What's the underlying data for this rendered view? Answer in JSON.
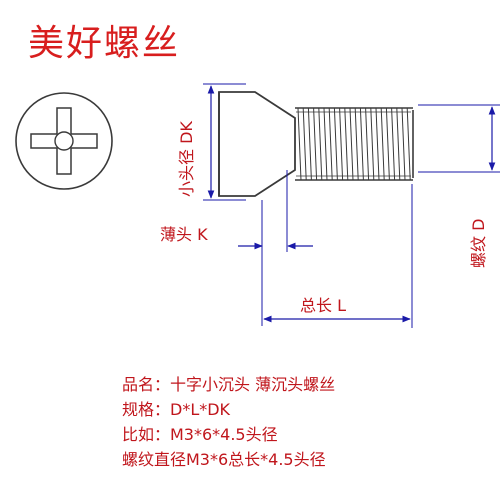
{
  "title": "美好螺丝",
  "labels": {
    "head_diameter": "小头径 DK",
    "head_thickness": "薄头 K",
    "total_length": "总长 L",
    "thread_diameter": "螺纹 D"
  },
  "spec_lines": [
    "品名：十字小沉头 薄沉头螺丝",
    "规格：D*L*DK",
    "比如：M3*6*4.5头径",
    "螺纹直径M3*6总长*4.5头径"
  ],
  "colors": {
    "title": "#d81e1e",
    "label_text": "#c0161c",
    "dimension_line": "#1a1aa8",
    "drawing_line": "#3a3a3a"
  }
}
